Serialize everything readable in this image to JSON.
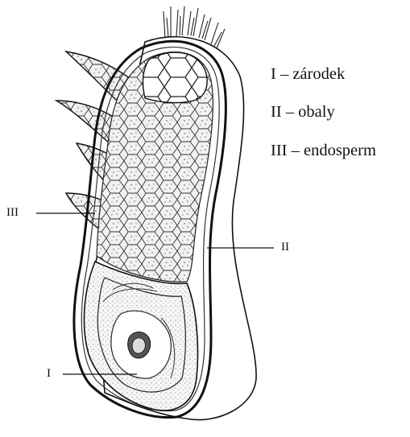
{
  "legend": {
    "items": [
      {
        "key": "I",
        "text": "I – zárodek"
      },
      {
        "key": "II",
        "text": "II – obaly"
      },
      {
        "key": "III",
        "text": "III – endosperm"
      }
    ]
  },
  "callouts": {
    "endosperm": "III",
    "coats": "II",
    "embryo": "I"
  }
}
